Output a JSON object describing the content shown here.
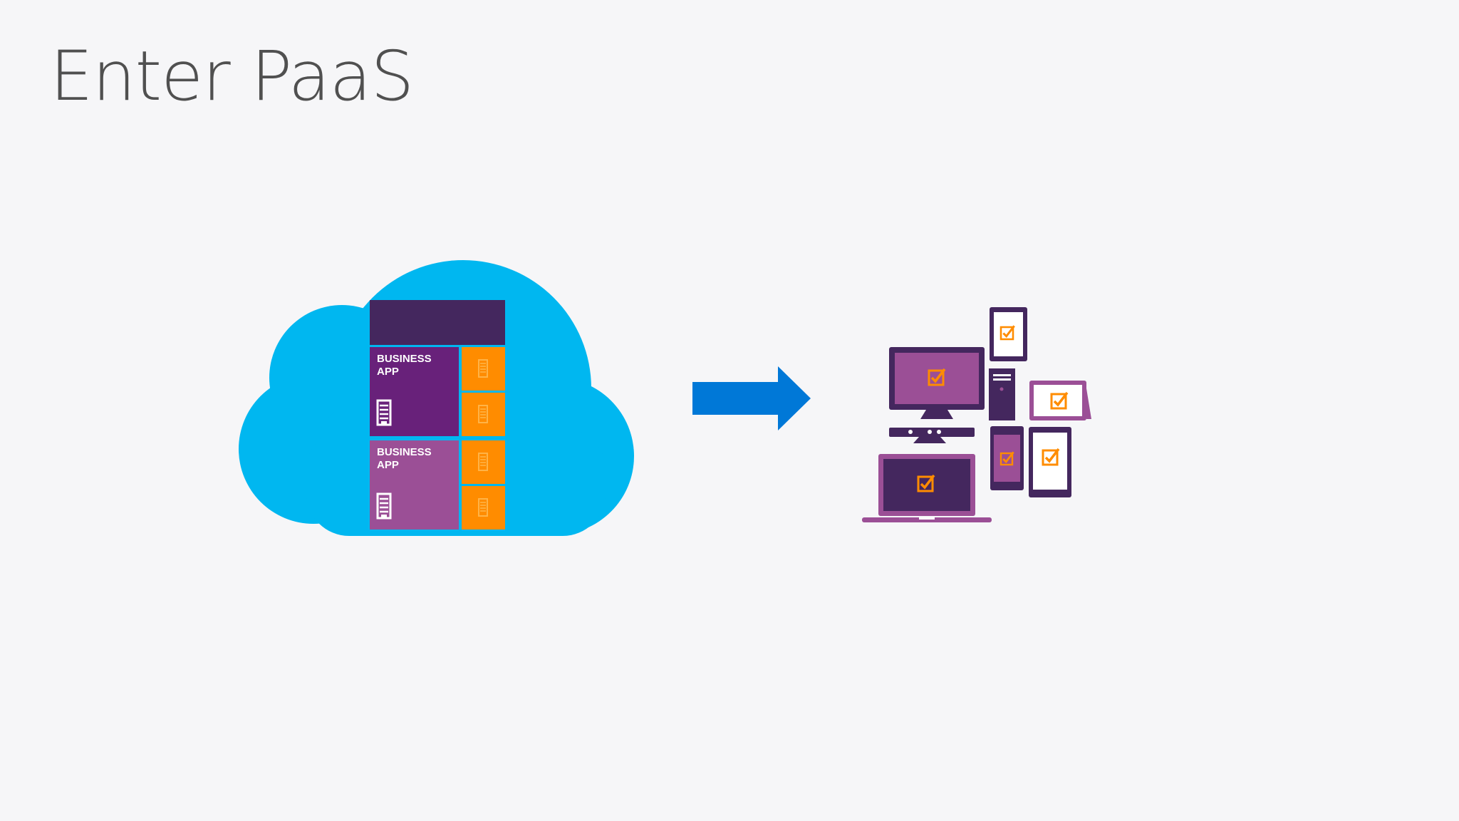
{
  "slide": {
    "title": "Enter PaaS"
  },
  "cloud": {
    "color": "#00b7f0",
    "apps": [
      {
        "line1": "BUSINESS",
        "line2": "APP",
        "color": "#68217a"
      },
      {
        "line1": "BUSINESS",
        "line2": "APP",
        "color": "#9b4f96"
      }
    ],
    "header_color": "#44275e",
    "side_tile_color": "#ff8c00"
  },
  "arrow": {
    "color": "#0078d7"
  },
  "devices": {
    "names": [
      "desktop-monitor",
      "tower-pc",
      "keyboard-bar",
      "laptop",
      "phone-top",
      "tablet-landscape",
      "phone-small",
      "phone-tall"
    ],
    "primary_color": "#44275e",
    "secondary_color": "#9b4f96",
    "check_color": "#ff8c00"
  }
}
